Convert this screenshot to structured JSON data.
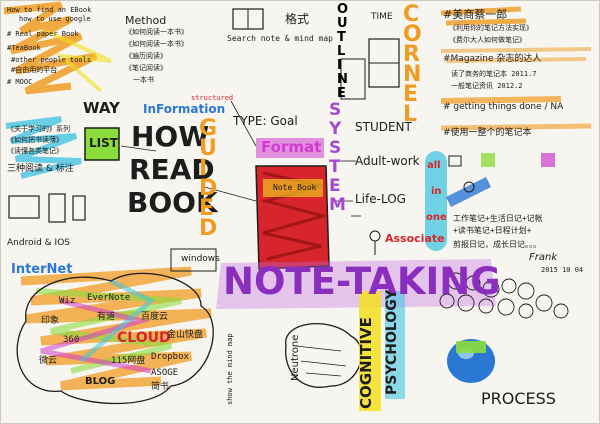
{
  "colors": {
    "purple": "#a54ad0",
    "orange": "#f09b22",
    "yellow": "#f3df1e",
    "green": "#8bdc3d",
    "cyan": "#43c4e2",
    "blue": "#2b78d4",
    "red": "#d8252b",
    "dark": "#1d1d1d"
  },
  "left": {
    "howto_find": "How to find an EBook",
    "howto_google": "how to use google",
    "real_paper": "# Real paper Book",
    "teabook": "#TeaBook",
    "other_tools": "#other people tools",
    "other_tools_cn": "#自由用的平台",
    "mooc": "# MOOC",
    "fixed_cn1": "《关于学习的》系列",
    "fixed_cn2": "《如何把书读薄》",
    "fixed_cn3": "《读懂各类笔记》",
    "words": "三种阅读 & 标注",
    "devices": "Android & IOS"
  },
  "method": {
    "title": "Method",
    "l1": "《如何阅读一本书》",
    "l2": "《如何阅读一本书》",
    "l3": "《遍历阅读》",
    "l4": "《笔记阅读》",
    "l5": "一本书"
  },
  "search_map": "Search note & mind map",
  "format_cn": "格式",
  "way": "WAY",
  "list": "LIST",
  "information": "InFormation",
  "information_sub": "structured",
  "how_read_book": [
    "HOW",
    "READ",
    "BOOK"
  ],
  "guided": [
    "G",
    "U",
    "I",
    "D",
    "E",
    "D"
  ],
  "outline": [
    "O",
    "U",
    "T",
    "L",
    "I",
    "N",
    "E"
  ],
  "cornell": [
    "C",
    "O",
    "R",
    "N",
    "E",
    "L"
  ],
  "system": [
    "S",
    "Y",
    "S",
    "T",
    "E",
    "M"
  ],
  "time": "TIME",
  "type_goal": "TYPE: Goal",
  "student": "STUDENT",
  "adult_work": "Adult-work",
  "life_log": "Life-LOG",
  "format": "Format",
  "notebook": "Note Book",
  "associate": "Associate",
  "note_taking": "NOTE-TAKING",
  "cognitive": "COGNITIVE",
  "psychology": "PSYCHOLOGY",
  "process": "PROCESS",
  "neutrone": "Neutrone",
  "show_mind": "show the mind map",
  "windows": "windows",
  "internet": "InterNet",
  "cloud": "CLOUD",
  "cloud_words": [
    "Wiz",
    "EverNote",
    "印象",
    "百度云",
    "有道",
    "360",
    "金山快盘",
    "Dropbox",
    "115网盘",
    "BLOG",
    "ASOGE",
    "简书",
    "微云"
  ],
  "right": {
    "h1": "#美商蔡一郎",
    "h1a": "《利用你的笔记方法实现》",
    "h1b": "《费尔大人如何做笔记》",
    "h2": "#Magazine 杂志的达人",
    "h2a": "读了商务的笔记本 2011.7",
    "h2b": "一般笔记资讯 2012.2",
    "h3": "# getting things done / NA",
    "h4": "#使用一整个的笔记本",
    "all": "all",
    "in": "in",
    "one": "one",
    "r1": "工作笔记+生活日记+记帐",
    "r2": "+读书笔记+日程计划+",
    "r3": "剪报日记，成长日记。。。",
    "sig": "Frank",
    "date": "2015 10 04"
  }
}
